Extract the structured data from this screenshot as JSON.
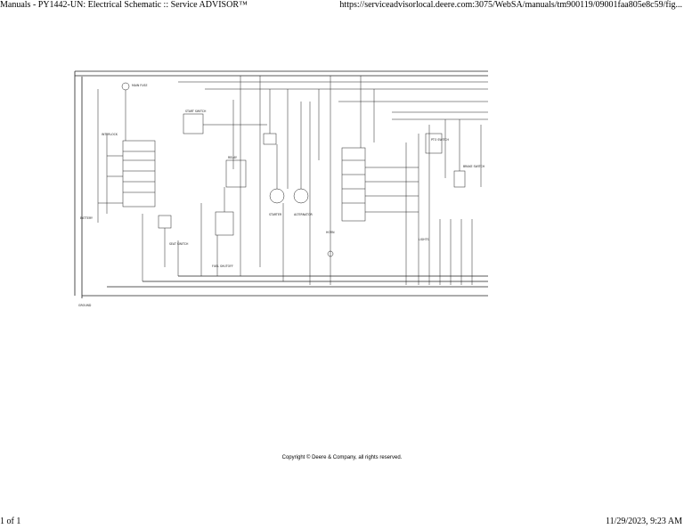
{
  "header": {
    "title": "Manuals - PY1442-UN: Electrical Schematic :: Service ADVISOR™",
    "url": "https://serviceadvisorlocal.deere.com:3075/WebSA/manuals/tm900119/09001faa805e8c59/fig..."
  },
  "footer": {
    "page": "1 of 1",
    "datetime": "11/29/2023, 9:23 AM"
  },
  "copyright": "Copyright © Deere & Company, all rights reserved.",
  "schematic": {
    "labels": [
      "MAIN FUSE",
      "INTERLOCK",
      "RELAY",
      "START SWITCH",
      "STARTER",
      "ALTERNATOR",
      "BATTERY",
      "LIGHTS",
      "HORN",
      "SEAT SWITCH",
      "BRAKE SWITCH",
      "PTO SWITCH",
      "FUEL SHUTOFF",
      "GROUND"
    ]
  }
}
